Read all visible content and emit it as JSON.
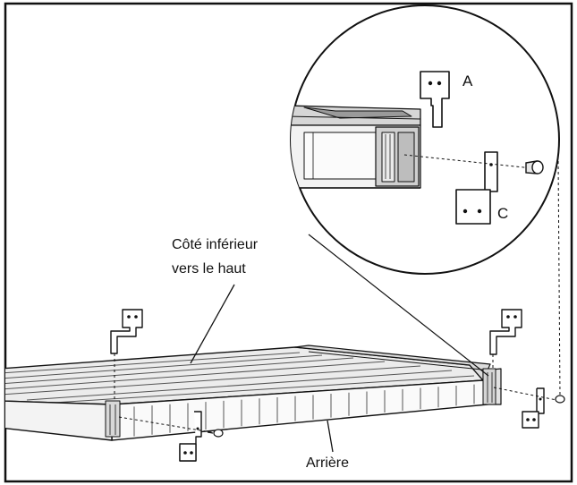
{
  "labels": {
    "a": "A",
    "c": "C",
    "bottom_side_line1": "Côté inférieur",
    "bottom_side_line2": "vers le haut",
    "rear": "Arrière"
  }
}
